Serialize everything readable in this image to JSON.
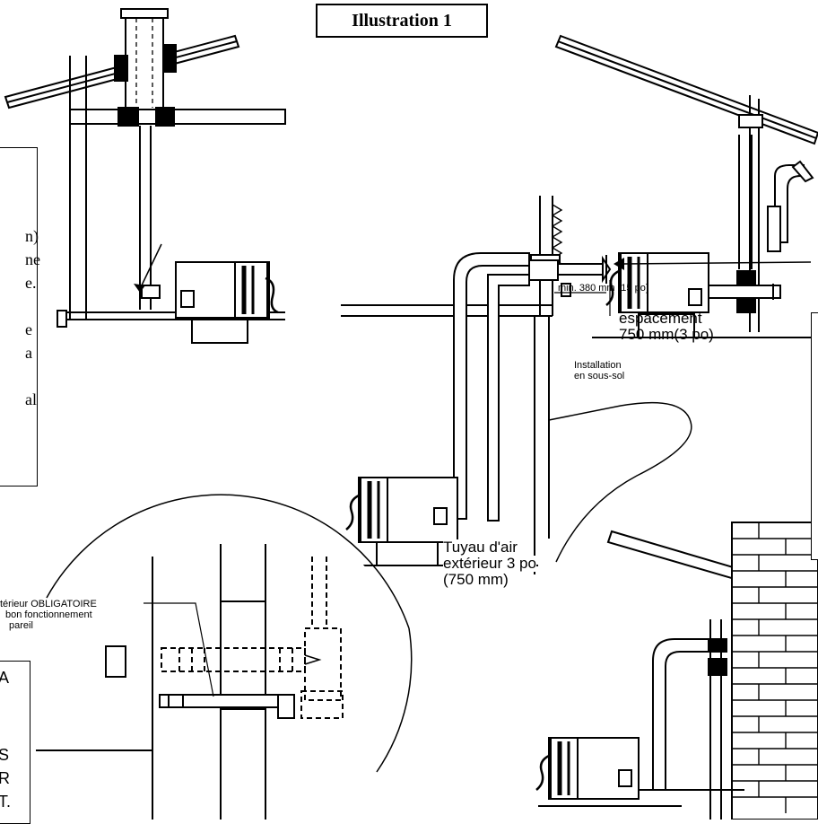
{
  "title": "Illustration 1",
  "labels": {
    "min_clearance": "min. 380 mm (15 po)",
    "espacement_1": "espacement",
    "espacement_2": "750 mm(3 po)",
    "installation_1": "Installation",
    "installation_2": "en sous-sol",
    "tuyau_1": "Tuyau d'air",
    "tuyau_2": "extérieur 3 po",
    "tuyau_3": "(750 mm)",
    "detail_1": "térieur OBLIGATOIRE",
    "detail_2": "bon fonctionnement",
    "detail_3": "pareil"
  },
  "left_callout": {
    "line1": "n)",
    "line2": "ne",
    "line3": "e.",
    "line4": "e",
    "line5": "a",
    "line6": "al"
  },
  "bottom_left_callout": {
    "line1": "A",
    "line2": "S",
    "line3": "R",
    "line4": "T."
  },
  "colors": {
    "ink": "#000000",
    "paper": "#ffffff"
  }
}
